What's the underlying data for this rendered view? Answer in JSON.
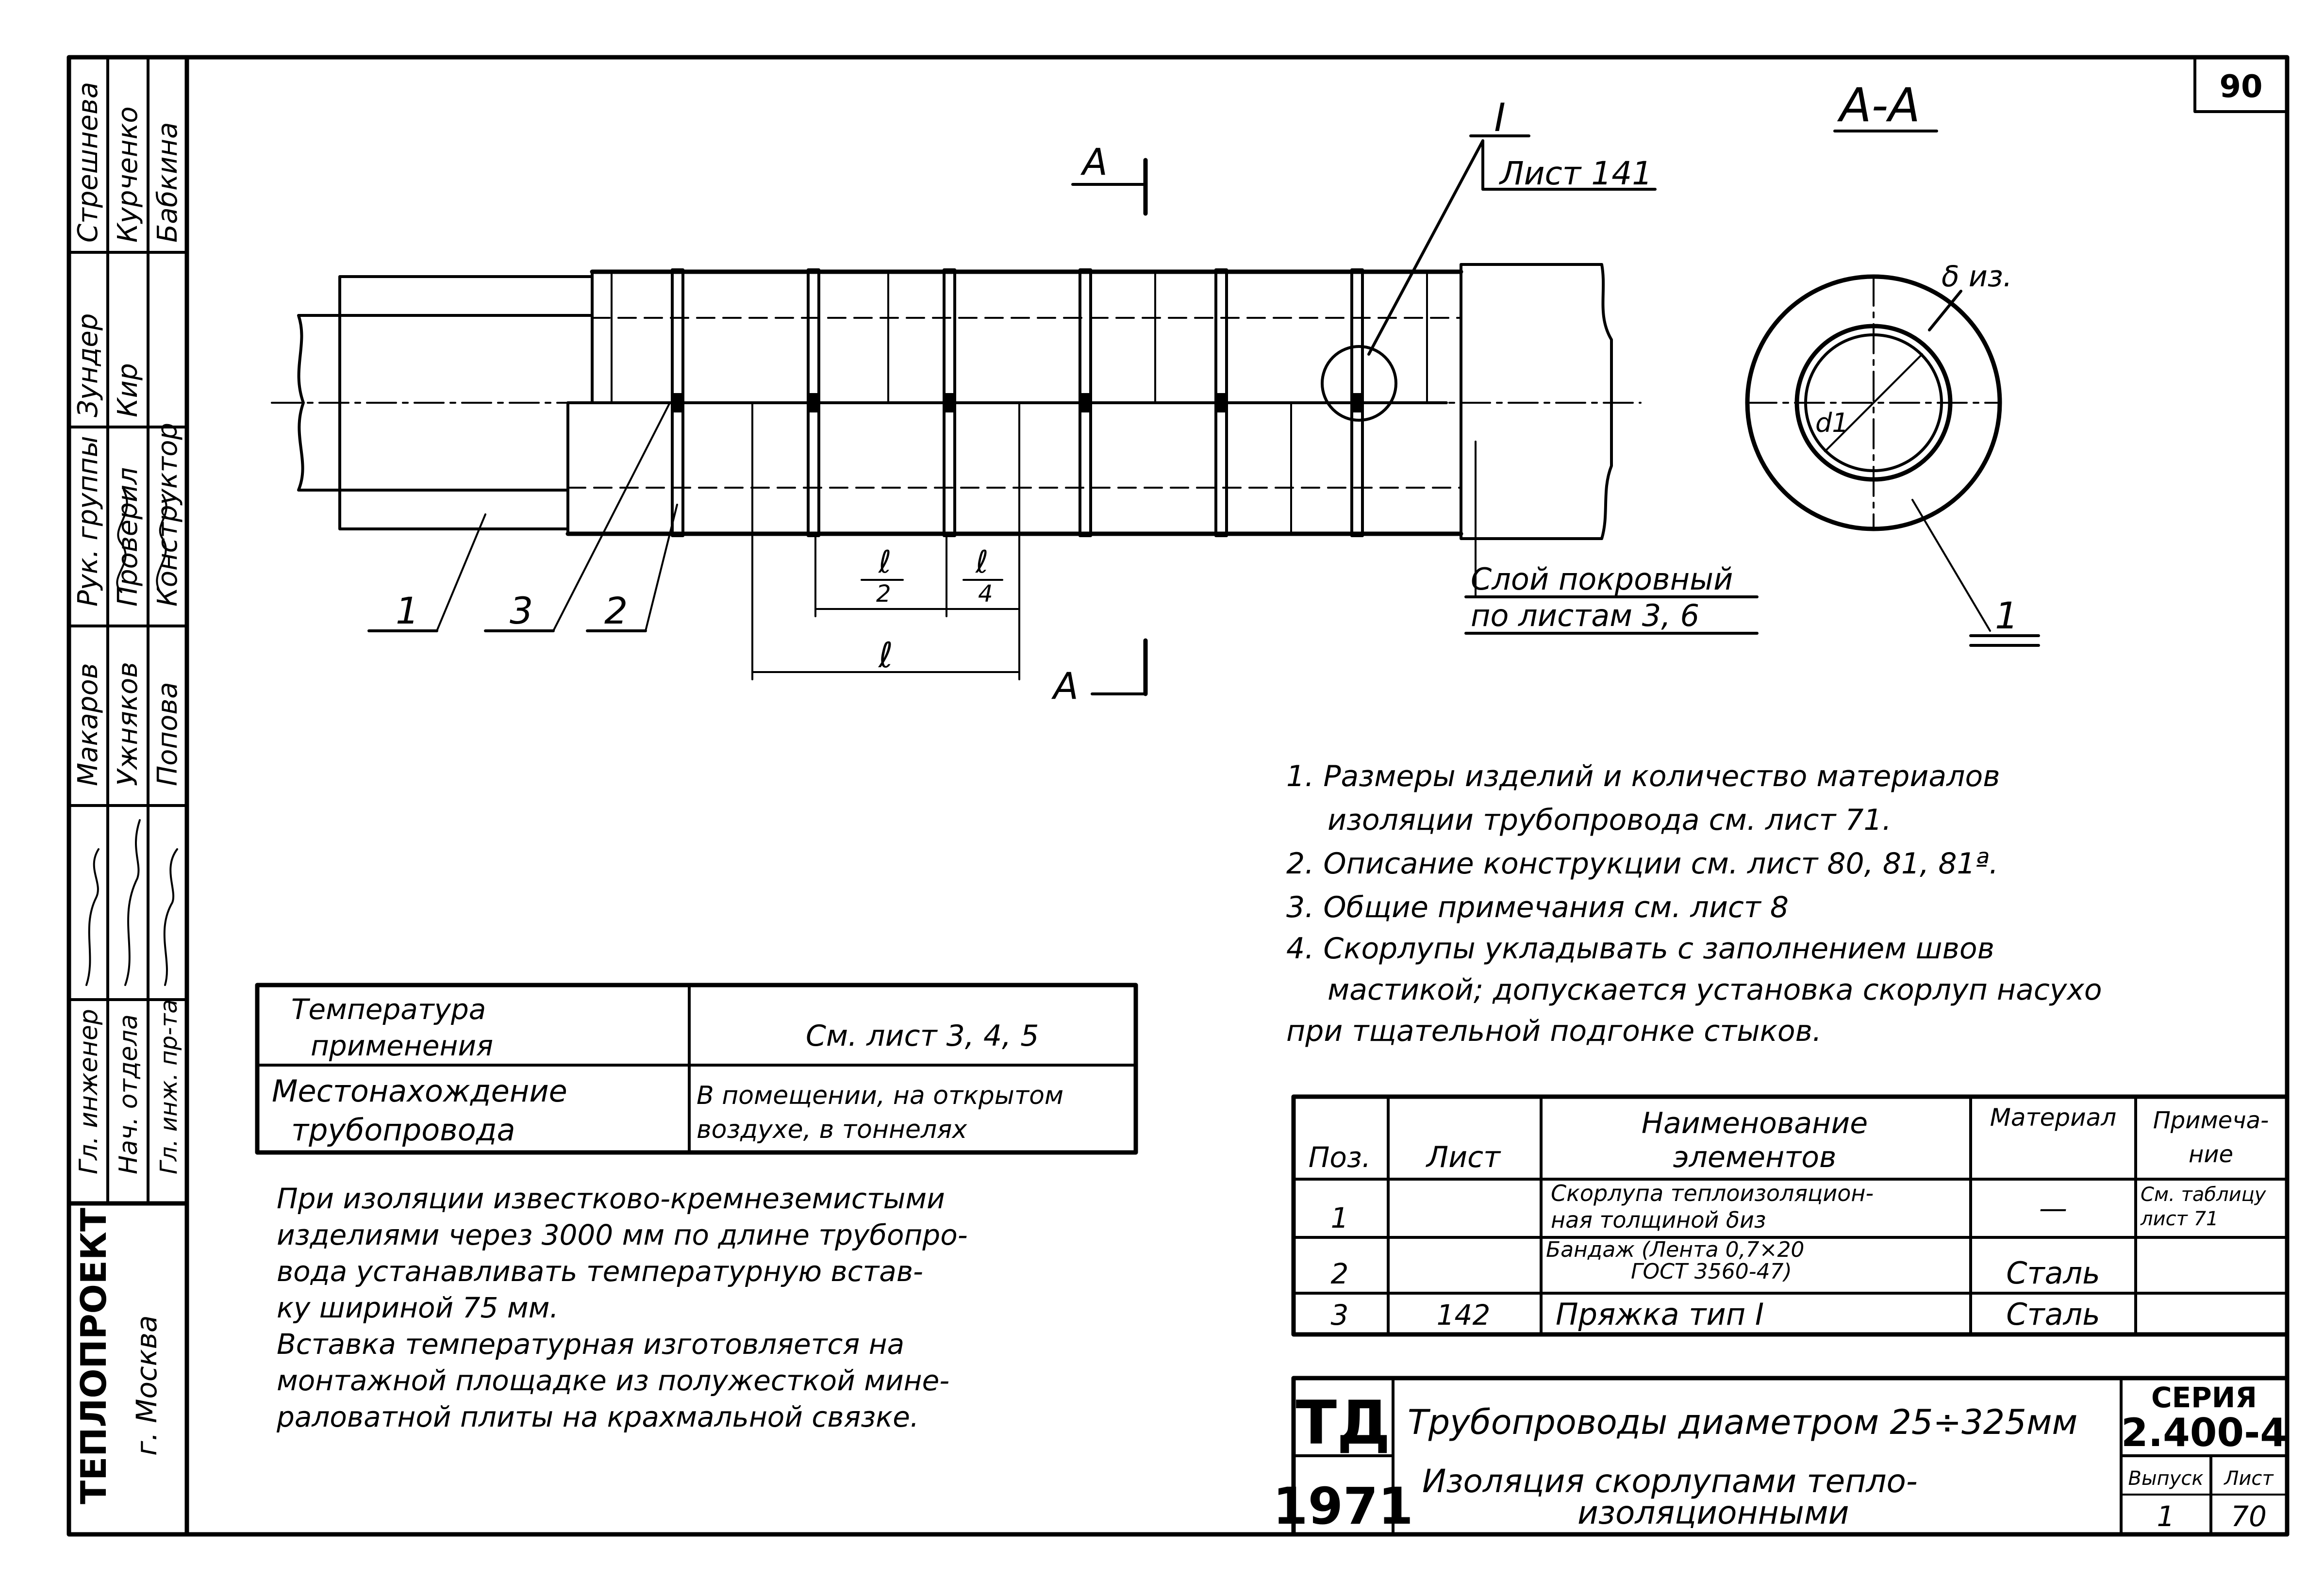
{
  "page_number": "90",
  "section_label": "А-А",
  "detail": {
    "mark": "I",
    "sheet": "Лист 141"
  },
  "cut_marks": {
    "top": "А",
    "bottom": "А"
  },
  "positions": {
    "p1": "1",
    "p2": "2",
    "p3": "3",
    "section_pos": "1"
  },
  "dims": {
    "half_num": "ℓ",
    "half_den": "2",
    "quarter_num": "ℓ",
    "quarter_den": "4",
    "full": "ℓ"
  },
  "section_labels": {
    "thickness": "δ из.",
    "diameter": "d1"
  },
  "cover_layer": {
    "line1": "Слой покровный",
    "line2": "по листам 3, 6"
  },
  "stamp": {
    "rows": [
      {
        "role": "Гл. инженер",
        "sign": "",
        "name": "Стрешнева"
      },
      {
        "role": "Нач. отдела",
        "sign": "",
        "name": "Курченко"
      },
      {
        "role": "Гл. инж. пр-та",
        "sign": "",
        "name": "Бабкина"
      },
      {
        "role": "Рук. группы",
        "sign": "",
        "name": "Зундер"
      },
      {
        "role": "Проверил",
        "sign": "",
        "name": "Кир"
      },
      {
        "role": "Конструктор",
        "sign": "",
        "name": ""
      }
    ],
    "names_mid": [
      "Макаров",
      "Ужняков",
      "Попова"
    ],
    "org": "ТЕПЛОПРОЕКТ",
    "city": "г. Москва"
  },
  "notes": [
    "1. Размеры изделий и количество материалов",
    "изоляции трубопровода см. лист 71.",
    "2. Описание конструкции см. лист 80, 81, 81ª.",
    "3. Общие примечания см. лист 8",
    "4. Скорлупы укладывать с заполнением швов",
    "мастикой; допускается установка скорлуп насухо",
    "при тщательной подгонке стыков."
  ],
  "conditions": {
    "row1_label": [
      "Температура",
      "применения"
    ],
    "row1_value": "См. лист 3, 4, 5",
    "row2_label": [
      "Местонахождение",
      "трубопровода"
    ],
    "row2_value": [
      "В помещении, на открытом",
      "воздухе, в тоннелях"
    ]
  },
  "insert_note": [
    "При изоляции известково-кремнеземистыми",
    "изделиями через 3000 мм по длине трубопро-",
    "вода устанавливать температурную встав-",
    "ку шириной 75 мм.",
    "Вставка температурная изготовляется на",
    "монтажной площадке из полужесткой мине-",
    "раловатной плиты на крахмальной связке."
  ],
  "spec": {
    "headers": {
      "pos": "Поз.",
      "sheet": "Лист",
      "name1": "Наименование",
      "name2": "элементов",
      "material": "Материал",
      "note1": "Примеча-",
      "note2": "ние"
    },
    "rows": [
      {
        "pos": "1",
        "sheet": "",
        "name": [
          "Скорлупа теплоизоляцион-",
          "ная толщиной δиз"
        ],
        "material": "—",
        "note": [
          "См. таблицу",
          "лист 71"
        ]
      },
      {
        "pos": "2",
        "sheet": "",
        "name": [
          "Бандаж (Лента 0,7×20",
          "ГОСТ 3560-47)"
        ],
        "material": "Сталь",
        "note": []
      },
      {
        "pos": "3",
        "sheet": "142",
        "name": [
          "Пряжка тип I"
        ],
        "material": "Сталь",
        "note": []
      }
    ]
  },
  "title_block": {
    "org_mark": "ТД",
    "year": "1971",
    "title1": "Трубопроводы диаметром 25÷325мм",
    "title2": "Изоляция скорлупами тепло-",
    "title3": "изоляционными",
    "series_label": "СЕРИЯ",
    "series": "2.400-4",
    "issue_label": "Выпуск",
    "issue": "1",
    "sheet_label": "Лист",
    "sheet": "70"
  }
}
